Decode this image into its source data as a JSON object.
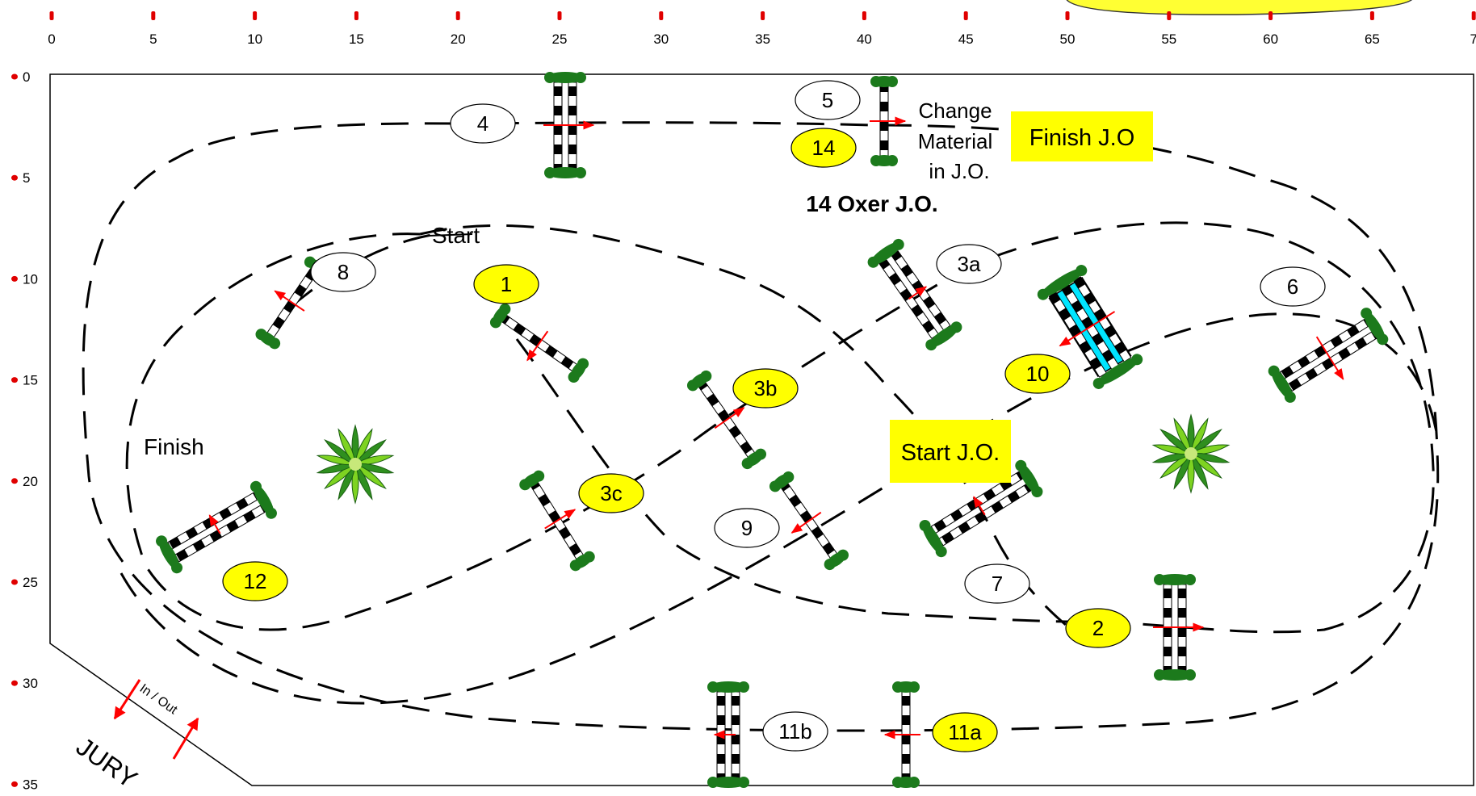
{
  "ruler_top": [
    "0",
    "5",
    "10",
    "15",
    "20",
    "25",
    "30",
    "35",
    "40",
    "45",
    "50",
    "55",
    "60",
    "65",
    "7"
  ],
  "ruler_left": [
    "0",
    "5",
    "10",
    "15",
    "20",
    "25",
    "30",
    "35"
  ],
  "labels": {
    "start": "Start",
    "finish": "Finish",
    "start_jo": "Start J.O.",
    "finish_jo": "Finish J.O",
    "change_line1": "Change",
    "change_line2": "Material",
    "change_line3": "in J.O.",
    "oxer_jo": "14 Oxer J.O.",
    "in_out": "In / Out",
    "jury": "JURY"
  },
  "markers": {
    "m4": "4",
    "m5": "5",
    "m14": "14",
    "m8": "8",
    "m1": "1",
    "m3a": "3a",
    "m6": "6",
    "m10": "10",
    "m3b": "3b",
    "m3c": "3c",
    "m9": "9",
    "m7": "7",
    "m12": "12",
    "m2": "2",
    "m11b": "11b",
    "m11a": "11a"
  },
  "colors": {
    "highlight": "#ffff00",
    "marker_yellow": "#ffff00",
    "arrow": "#ff0000",
    "plant": "#1a7a1a",
    "water": "#00e5ff",
    "bush": "#7ed321"
  }
}
